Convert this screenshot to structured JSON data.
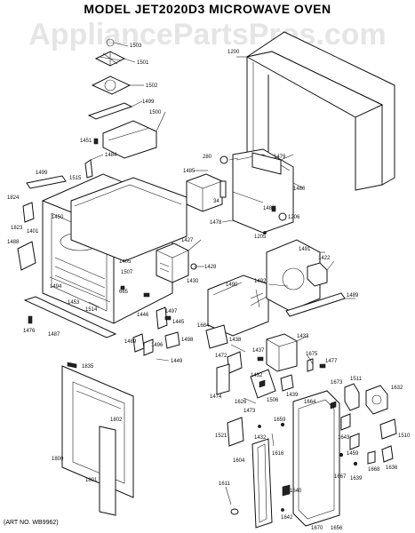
{
  "header": {
    "title": "MODEL JET2020D3  MICROWAVE OVEN",
    "watermark": "AppliancePartsPros.com",
    "art_number": "(ART NO. WB9962)"
  },
  "callouts": {
    "c1503": "1503",
    "c1501": "1501",
    "c1502": "1502",
    "c1499": "1499",
    "c1500": "1500",
    "c1451": "1451",
    "c1484": "1484",
    "c1499b": "1499",
    "c1824": "1824",
    "c1515": "1515",
    "c1823": "1823",
    "c1450": "1450",
    "c1401": "1401",
    "c1488": "1488",
    "c1494": "1494",
    "c1453": "1453",
    "c1514": "1514",
    "c1476": "1476",
    "c1487": "1487",
    "c1835": "1835",
    "c1802": "1802",
    "c1800": "1800",
    "c1801": "1801",
    "c1485": "1485",
    "c280": "280",
    "c34": "34",
    "c1479": "1479",
    "c1480": "1480",
    "c1478": "1478",
    "c1481": "1481",
    "c1206": "1206",
    "c1205": "1205",
    "c1427": "1427",
    "c1428": "1428",
    "c1430": "1430",
    "c1405": "1405",
    "c1507": "1507",
    "c665": "665",
    "c1490": "1490",
    "c1492": "1492",
    "c1491": "1491",
    "c1422": "1422",
    "c1489": "1489",
    "c1446": "1446",
    "c1497": "1497",
    "c1445": "1445",
    "c1489b": "1489",
    "c1496": "1496",
    "c1498": "1498",
    "c1449": "1449",
    "c1684": "1684",
    "c1438": "1438",
    "c1433": "1433",
    "c1472": "1472",
    "c1437": "1437",
    "c1675": "1675",
    "c1477": "1477",
    "c1474": "1474",
    "c1626": "1626",
    "c1432": "1432",
    "c1506": "1506",
    "c1439": "1439",
    "c1473": "1473",
    "c1664": "1664",
    "c1659": "1659",
    "c1673": "1673",
    "c1511": "1511",
    "c1632": "1632",
    "c1521": "1521",
    "c1432b": "1432",
    "c1616": "1616",
    "c1643": "1643",
    "c1459": "1459",
    "c1510": "1510",
    "c1604": "1604",
    "c1640": "1640",
    "c1667": "1667",
    "c1639": "1639",
    "c1668": "1668",
    "c1636": "1636",
    "c1611": "1611",
    "c1642": "1642",
    "c1670": "1670",
    "c1656": "1656",
    "c1200": "1200"
  }
}
